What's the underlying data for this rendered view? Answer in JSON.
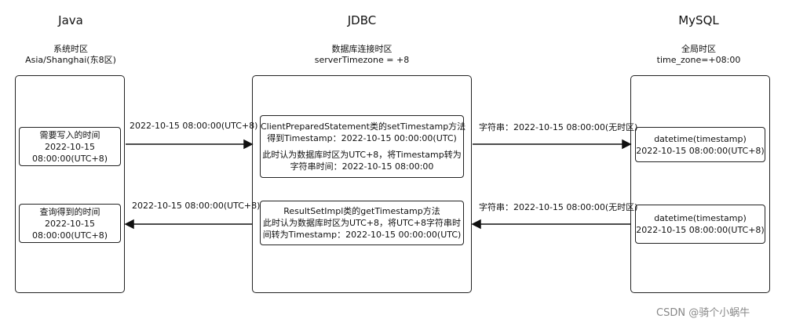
{
  "columns": {
    "java": {
      "title": "Java",
      "sub1": "系统时区",
      "sub2": "Asia/Shanghai(东8区)"
    },
    "jdbc": {
      "title": "JDBC",
      "sub1": "数据库连接时区",
      "sub2": "serverTimezone = +8"
    },
    "mysql": {
      "title": "MySQL",
      "sub1": "全局时区",
      "sub2": "time_zone=+08:00"
    }
  },
  "java_boxes": {
    "write": {
      "line1": "需要写入的时间",
      "line2": "2022-10-15",
      "line3": "08:00:00(UTC+8)"
    },
    "read": {
      "line1": "查询得到的时间",
      "line2": "2022-10-15",
      "line3": "08:00:00(UTC+8)"
    }
  },
  "jdbc_boxes": {
    "set": {
      "line1": "ClientPreparedStatement类的setTimestamp方法",
      "line2": "得到Timestamp：2022-10-15 00:00:00(UTC)",
      "line3": "此时认为数据库时区为UTC+8，将Timestamp转为",
      "line4": "字符串时间：2022-10-15 08:00:00"
    },
    "get": {
      "line1": "ResultSetImpl类的getTimestamp方法",
      "line2": "此时认为数据库时区为UTC+8，将UTC+8字符串时",
      "line3": "间转为Timestamp：2022-10-15 00:00:00(UTC)"
    }
  },
  "mysql_boxes": {
    "stored1": {
      "line1": "datetime(timestamp)",
      "line2": "2022-10-15 08:00:00(UTC+8)"
    },
    "stored2": {
      "line1": "datetime(timestamp)",
      "line2": "2022-10-15 08:00:00(UTC+8)"
    }
  },
  "arrows": {
    "java_to_jdbc": "2022-10-15 08:00:00(UTC+8)",
    "jdbc_to_mysql": "字符串：2022-10-15 08:00:00(无时区)",
    "mysql_to_jdbc": "字符串：2022-10-15 08:00:00(无时区)",
    "jdbc_to_java": "2022-10-15 08:00:00(UTC+8)"
  },
  "watermark": "CSDN @骑个小蜗牛"
}
